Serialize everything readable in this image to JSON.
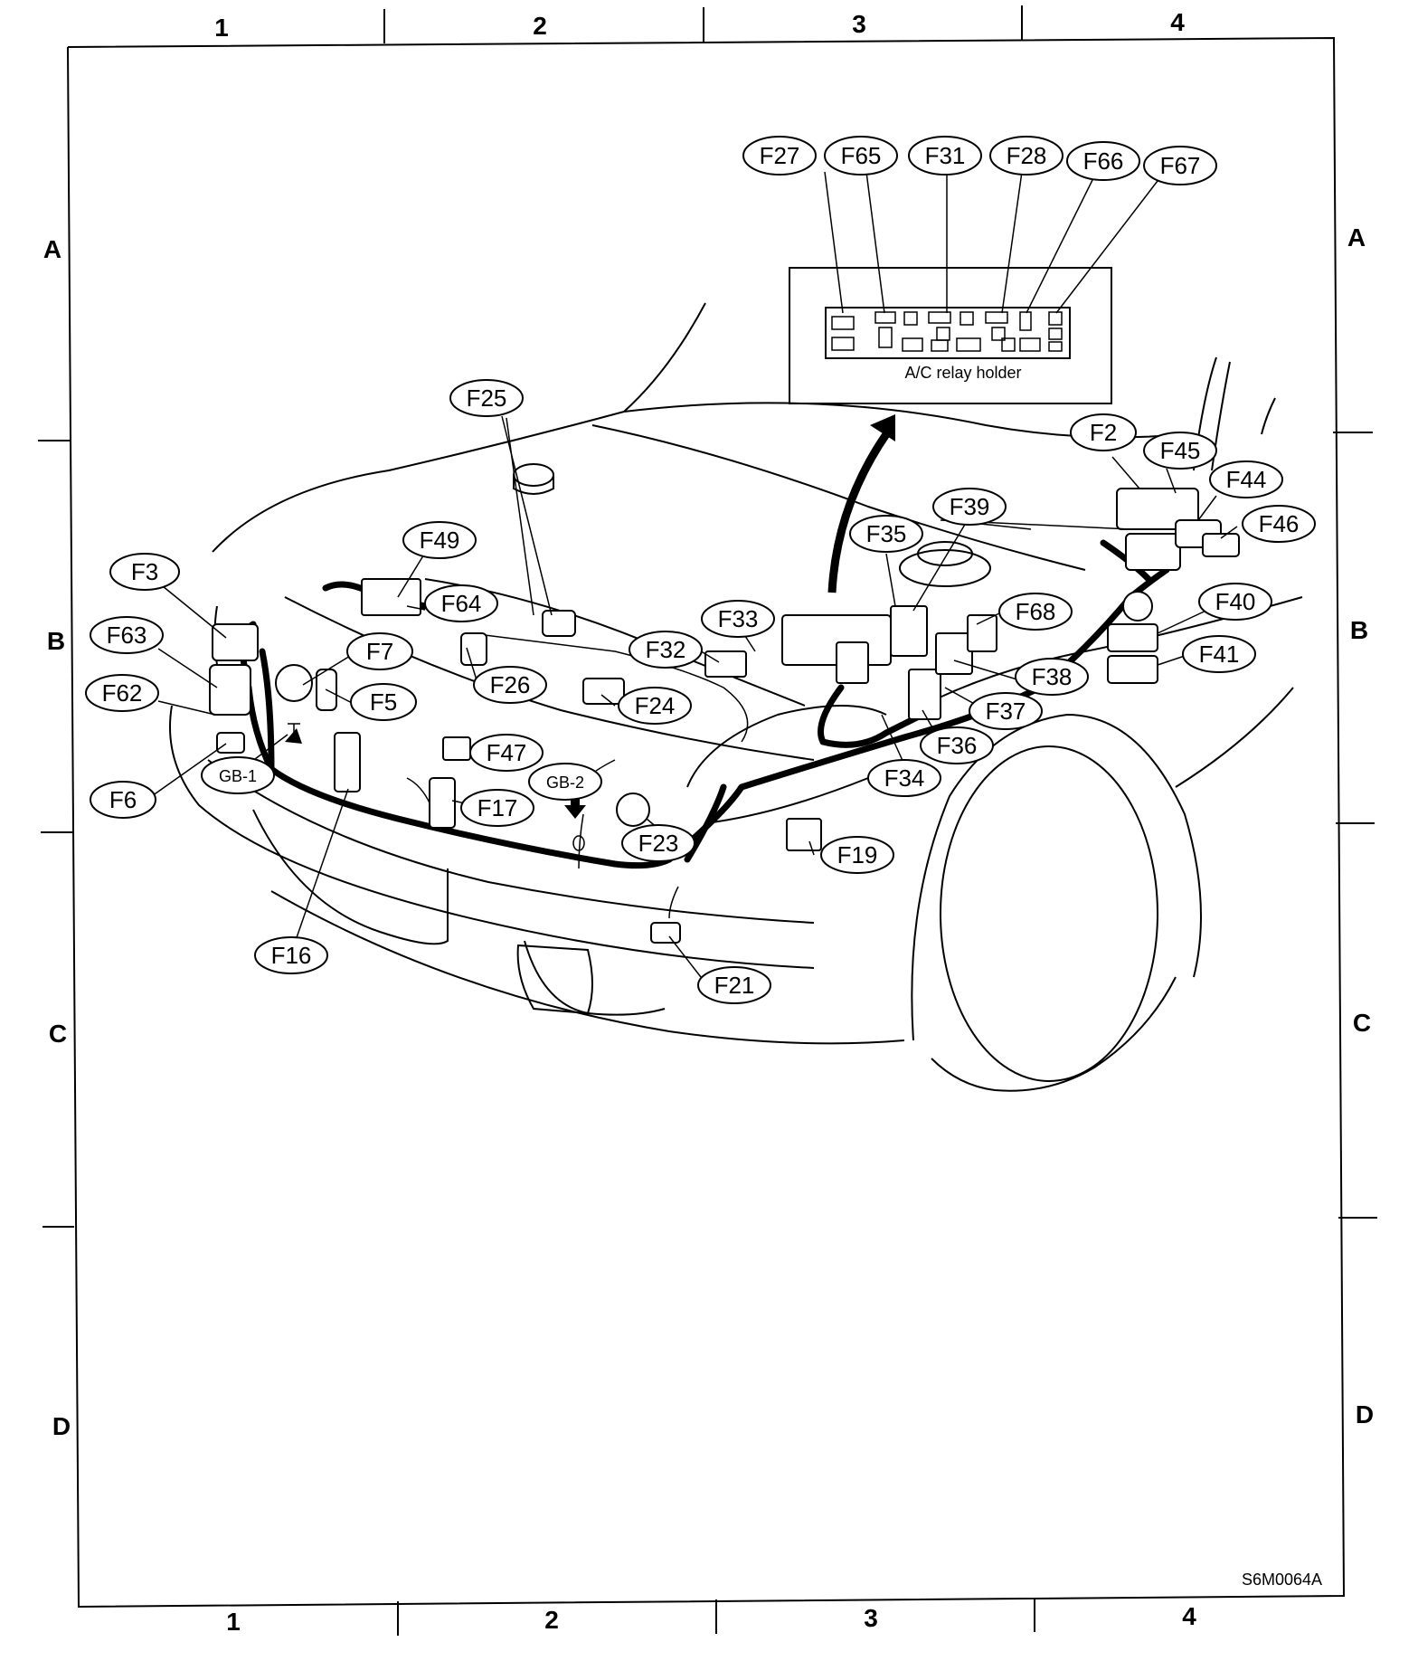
{
  "grid": {
    "columns": [
      "1",
      "2",
      "3",
      "4"
    ],
    "rows": [
      "A",
      "B",
      "C",
      "D"
    ]
  },
  "relay_holder": {
    "title": "A/C relay holder",
    "callouts": [
      "F27",
      "F65",
      "F31",
      "F28",
      "F66",
      "F67"
    ]
  },
  "callouts": [
    {
      "id": "f3",
      "label": "F3"
    },
    {
      "id": "f63",
      "label": "F63"
    },
    {
      "id": "f62",
      "label": "F62"
    },
    {
      "id": "f6",
      "label": "F6"
    },
    {
      "id": "gb1",
      "label": "GB-1"
    },
    {
      "id": "f16",
      "label": "F16"
    },
    {
      "id": "f7",
      "label": "F7"
    },
    {
      "id": "f5",
      "label": "F5"
    },
    {
      "id": "f49",
      "label": "F49"
    },
    {
      "id": "f64",
      "label": "F64"
    },
    {
      "id": "f25",
      "label": "F25"
    },
    {
      "id": "f26",
      "label": "F26"
    },
    {
      "id": "f24",
      "label": "F24"
    },
    {
      "id": "f47",
      "label": "F47"
    },
    {
      "id": "gb2",
      "label": "GB-2"
    },
    {
      "id": "f17",
      "label": "F17"
    },
    {
      "id": "f23",
      "label": "F23"
    },
    {
      "id": "f19",
      "label": "F19"
    },
    {
      "id": "f21",
      "label": "F21"
    },
    {
      "id": "f32",
      "label": "F32"
    },
    {
      "id": "f33",
      "label": "F33"
    },
    {
      "id": "f35",
      "label": "F35"
    },
    {
      "id": "f39",
      "label": "F39"
    },
    {
      "id": "f68",
      "label": "F68"
    },
    {
      "id": "f38",
      "label": "F38"
    },
    {
      "id": "f37",
      "label": "F37"
    },
    {
      "id": "f36",
      "label": "F36"
    },
    {
      "id": "f34",
      "label": "F34"
    },
    {
      "id": "f2",
      "label": "F2"
    },
    {
      "id": "f45",
      "label": "F45"
    },
    {
      "id": "f44",
      "label": "F44"
    },
    {
      "id": "f46",
      "label": "F46"
    },
    {
      "id": "f40",
      "label": "F40"
    },
    {
      "id": "f41",
      "label": "F41"
    }
  ],
  "figure_code": "S6M0064A"
}
